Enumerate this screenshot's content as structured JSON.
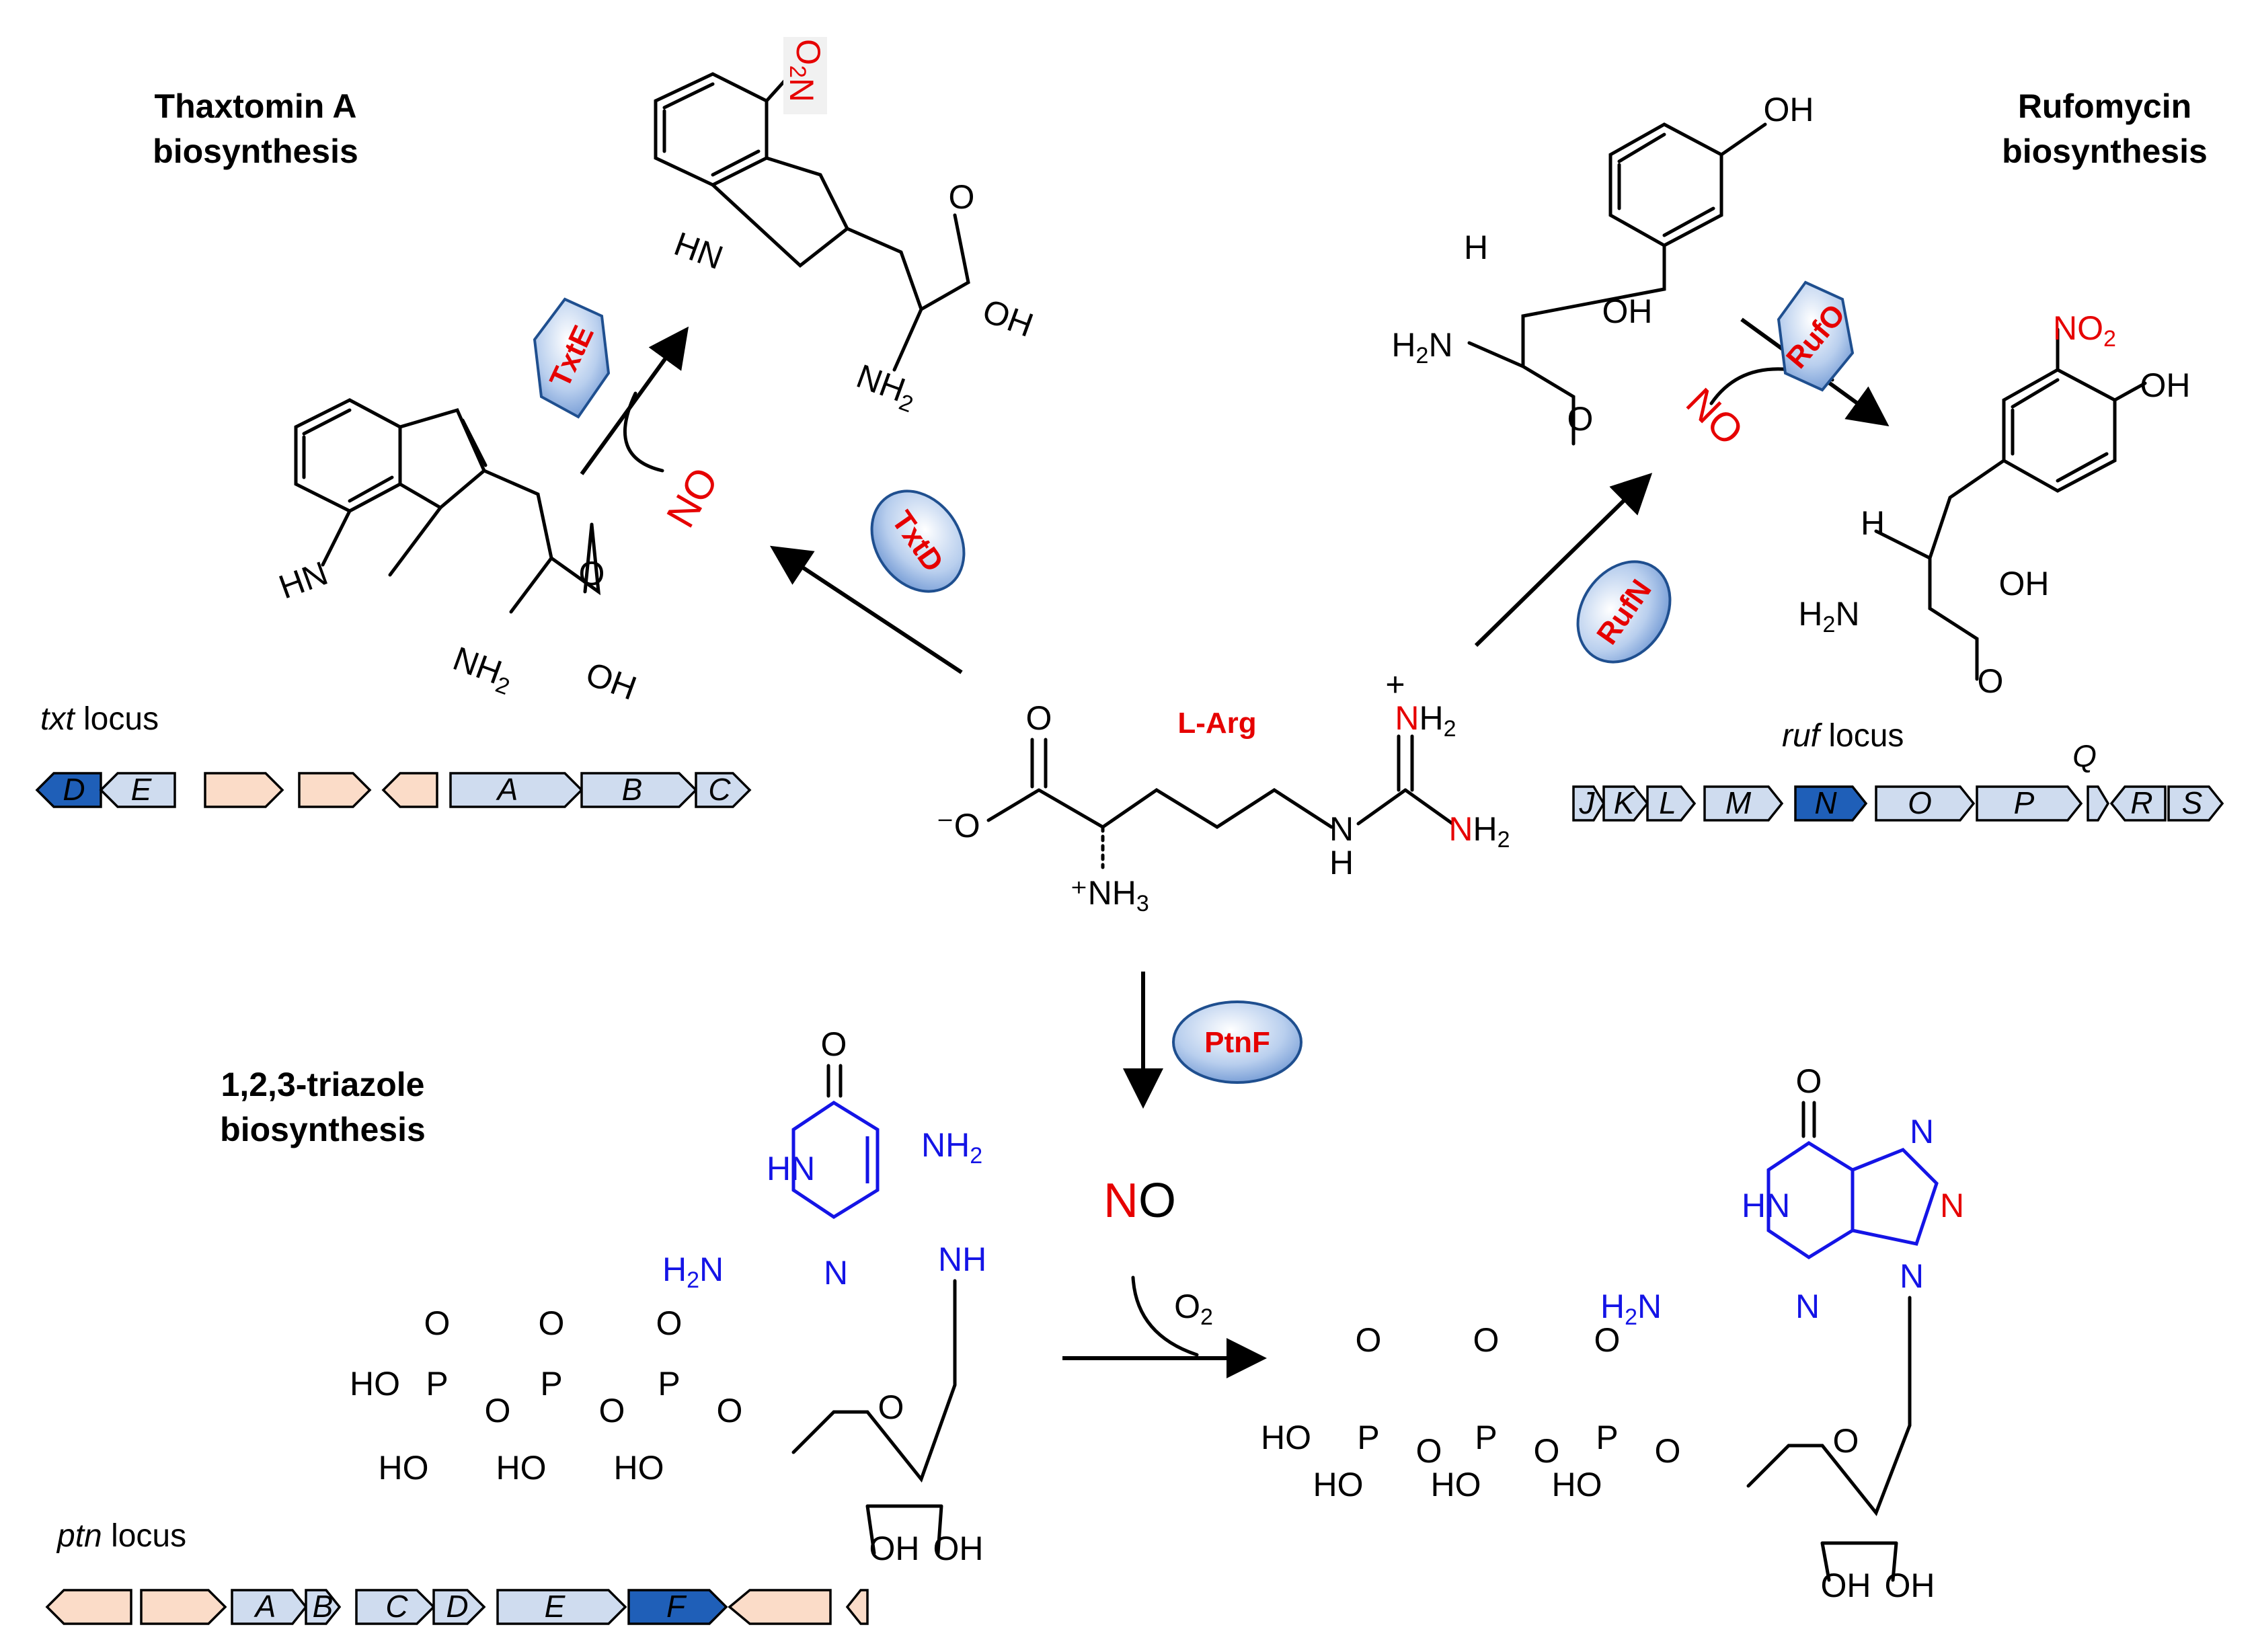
{
  "titles": {
    "thaxtomin": [
      "Thaxtomin A",
      "biosynthesis"
    ],
    "rufomycin": [
      "Rufomycin",
      "biosynthesis"
    ],
    "triazole": [
      "1,2,3-triazole",
      "biosynthesis"
    ]
  },
  "center": {
    "label": "L-Arg"
  },
  "enzymes": {
    "txtd": "TxtD",
    "txte": "TxtE",
    "rufn": "RufN",
    "rufo": "RufO",
    "ptnf": "PtnF"
  },
  "reagents": {
    "no_txt": "NO",
    "no_ruf": "NO",
    "no_ptn": "NO",
    "o2": "O2"
  },
  "loci": {
    "txt": {
      "name_italic": "txt",
      "name_rest": " locus",
      "genes": [
        "D",
        "E",
        "",
        "",
        "",
        "A",
        "B",
        "C"
      ]
    },
    "ruf": {
      "name_italic": "ruf",
      "name_rest": " locus",
      "genes": [
        "J",
        "K",
        "L",
        "M",
        "N",
        "O",
        "P",
        "Q",
        "R",
        "S"
      ]
    },
    "ptn": {
      "name_italic": "ptn",
      "name_rest": " locus",
      "genes": [
        "",
        "",
        "A",
        "B",
        "C",
        "D",
        "E",
        "F",
        "",
        ""
      ]
    }
  },
  "atoms": {
    "oh": "OH",
    "o": "O",
    "hn": "HN",
    "nh": "NH",
    "n": "N",
    "h": "H",
    "p": "P",
    "ho": "HO",
    "nh2_parts": [
      "NH",
      "2"
    ],
    "h2n_parts": [
      "H",
      "2",
      "N"
    ],
    "no2_parts": [
      "NO",
      "2"
    ],
    "o2n_parts": [
      "O",
      "2",
      "N"
    ],
    "nh3_parts": [
      "NH",
      "3"
    ]
  },
  "colors": {
    "gene_dark": "#1f5fb8",
    "gene_light": "#cfdcef",
    "gene_peach": "#fbdcc8",
    "enzyme_text": "#e60000",
    "heteroatom_blue": "#1414e6",
    "highlight_red": "#e60000"
  }
}
